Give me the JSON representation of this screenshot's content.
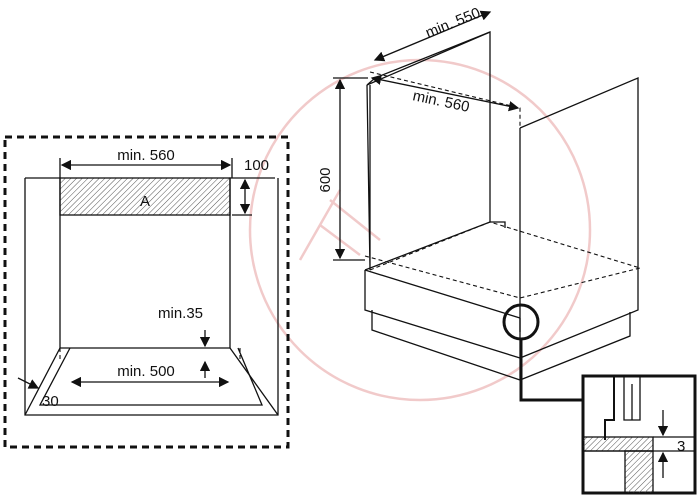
{
  "labels": {
    "front_width": "min. 560",
    "top_gap": "100",
    "zone_a": "A",
    "bottom_clearance": "min.35",
    "bottom_width": "min. 500",
    "side_offset": "30",
    "cabinet_depth": "min. 550",
    "cabinet_width": "min. 560",
    "cabinet_height": "600",
    "detail_gap": "3"
  }
}
